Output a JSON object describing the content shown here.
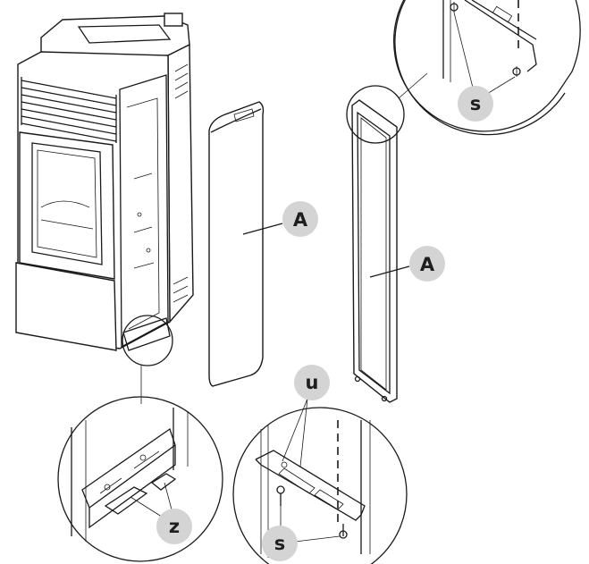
{
  "labels": {
    "panel_a_left": "A",
    "panel_a_right": "A",
    "screws_top": "s",
    "screws_bottom": "s",
    "bracket_u": "u",
    "bracket_z": "z"
  },
  "colors": {
    "line": "#1a1a1a",
    "label_circle": "#d4d4d4",
    "background": "#ffffff"
  }
}
